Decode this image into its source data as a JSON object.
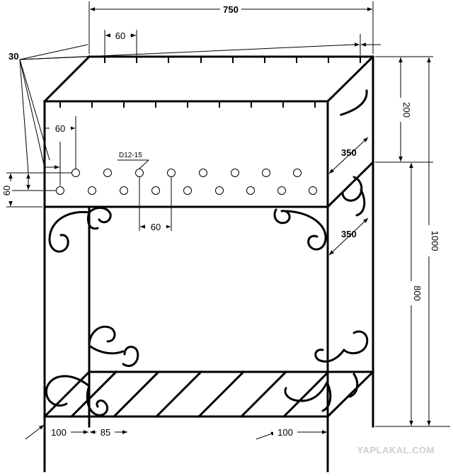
{
  "drawing": {
    "dimensions": {
      "overall_width": "750",
      "top_hole_spacing": "60",
      "front_hole_offset": "60",
      "hole_pitch": "60",
      "side_hole_offset": "60",
      "edge_offset": "30",
      "hole_diameter": "D12-15",
      "box_height": "200",
      "depth_top": "350",
      "depth_bottom": "350",
      "overall_height": "1000",
      "leg_height": "800",
      "leg_inset_left": "100",
      "shelf_offset": "85",
      "leg_inset_right": "100"
    },
    "watermark": "YAPLAKAL.COM"
  }
}
